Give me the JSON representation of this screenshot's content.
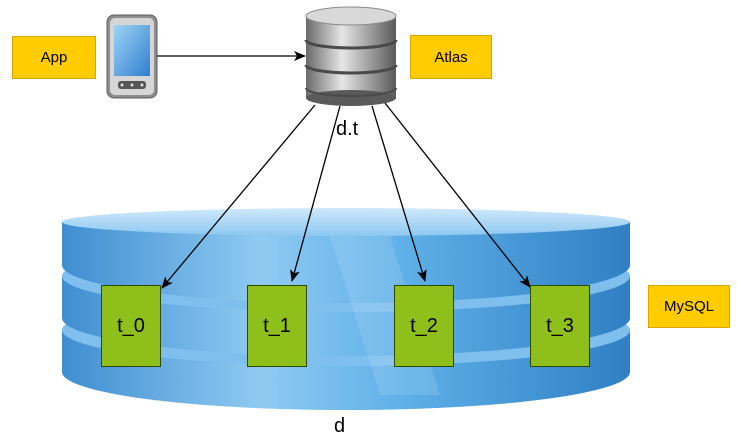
{
  "nodes": {
    "app": "App",
    "atlas": "Atlas",
    "mysql": "MySQL",
    "logical_table": "d.t",
    "database": "d"
  },
  "shards": [
    "t_0",
    "t_1",
    "t_2",
    "t_3"
  ],
  "colors": {
    "label_fill": "#ffcc00",
    "shard_fill": "#8fbf1a",
    "database_fill": "#5aa8df",
    "arrow": "#000000"
  },
  "icons": {
    "phone": "mobile-phone-icon",
    "server": "database-server-icon"
  }
}
